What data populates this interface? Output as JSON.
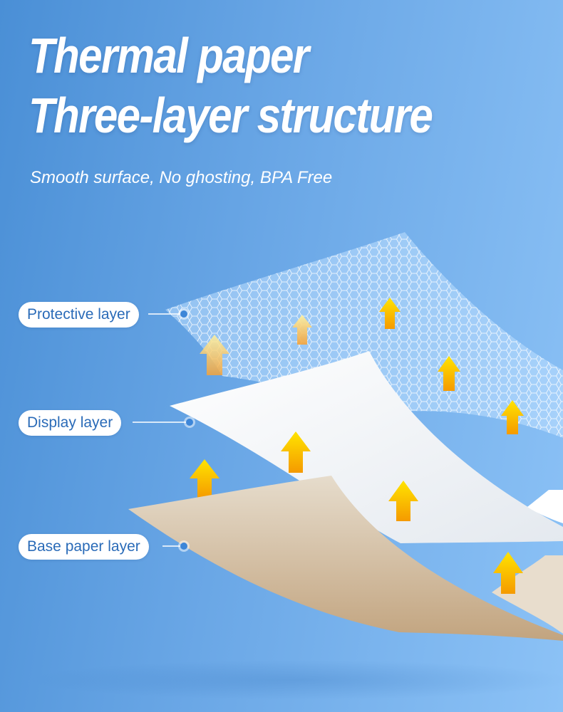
{
  "header": {
    "title_line1": "Thermal paper",
    "title_line2": "Three-layer structure",
    "subtitle": "Smooth surface, No ghosting, BPA Free"
  },
  "labels": {
    "protective": "Protective layer",
    "display": "Display layer",
    "base": "Base paper layer"
  },
  "colors": {
    "background": "#5b9ee0",
    "label_text": "#2a6bb8",
    "arrow": "#f5a500",
    "base_paper": "#c9ad8a",
    "display_paper": "#ffffff"
  },
  "icons": [
    "up-arrow-icon"
  ]
}
